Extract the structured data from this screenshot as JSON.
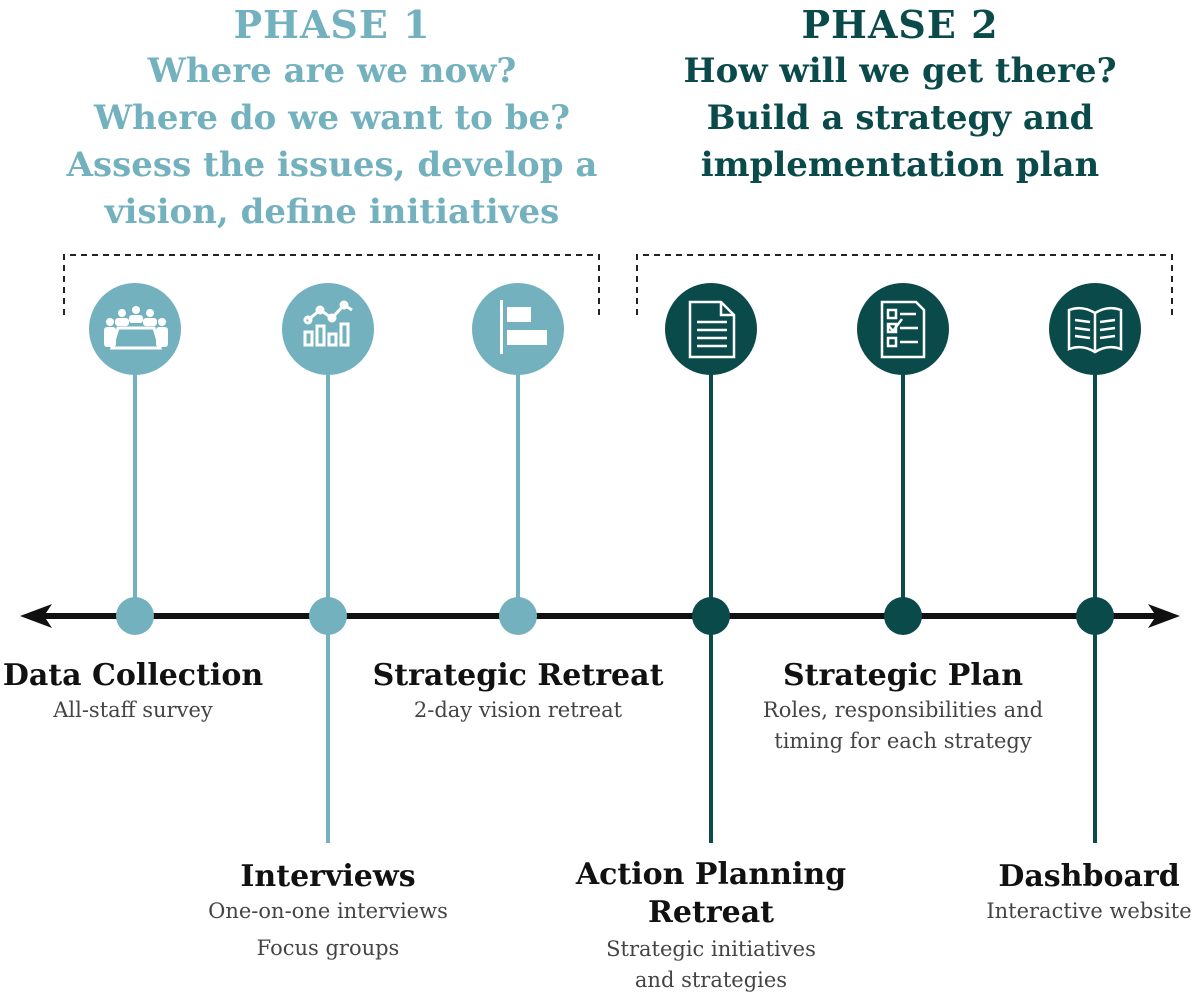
{
  "colors": {
    "phase1": "#73b1bf",
    "phase2": "#0b4a4a",
    "axis": "#111111"
  },
  "phase1": {
    "label": "PHASE 1",
    "lines": [
      "Where are we now?",
      "Where do we want to be?",
      "Assess the issues, develop a",
      "vision, define initiatives"
    ]
  },
  "phase2": {
    "label": "PHASE 2",
    "lines": [
      "How will we get there?",
      "Build a strategy and",
      "implementation plan"
    ]
  },
  "steps": [
    {
      "title": "Data Collection",
      "subtitles": [
        "All-staff survey"
      ],
      "icon": "meeting-table-icon",
      "phase": 1
    },
    {
      "title": "Interviews",
      "subtitles": [
        "One-on-one interviews",
        "Focus groups"
      ],
      "icon": "bar-chart-icon",
      "phase": 1
    },
    {
      "title": "Strategic Retreat",
      "subtitles": [
        "2-day vision retreat"
      ],
      "icon": "gantt-bars-icon",
      "phase": 1
    },
    {
      "title": "Action Planning Retreat",
      "title_lines": [
        "Action Planning",
        "Retreat"
      ],
      "subtitles": [
        "Strategic initiatives",
        "and strategies"
      ],
      "icon": "document-icon",
      "phase": 2
    },
    {
      "title": "Strategic Plan",
      "subtitles": [
        "Roles, responsibilities and",
        "timing for each strategy"
      ],
      "icon": "checklist-icon",
      "phase": 2
    },
    {
      "title": "Dashboard",
      "subtitles": [
        "Interactive website"
      ],
      "icon": "open-book-icon",
      "phase": 2
    }
  ]
}
